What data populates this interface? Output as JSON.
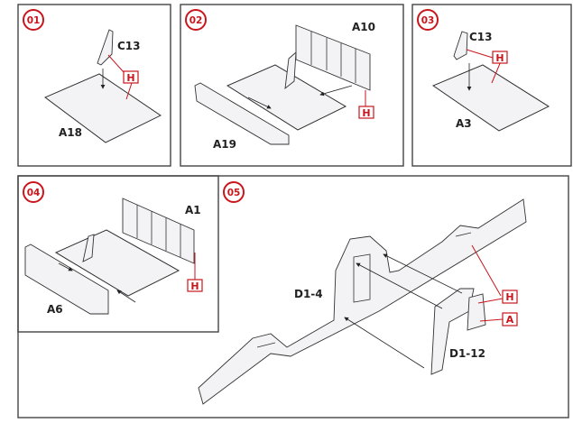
{
  "colors": {
    "accent": "#c8161d",
    "frame": "#444444"
  },
  "steps": [
    {
      "number": "01",
      "parts": [
        "C13",
        "A18"
      ],
      "callouts": [
        "H"
      ]
    },
    {
      "number": "02",
      "parts": [
        "A10",
        "A19"
      ],
      "callouts": [
        "H"
      ]
    },
    {
      "number": "03",
      "parts": [
        "C13",
        "A3"
      ],
      "callouts": [
        "H"
      ]
    },
    {
      "number": "04",
      "parts": [
        "A1",
        "A6"
      ],
      "callouts": [
        "H"
      ]
    },
    {
      "number": "05",
      "parts": [
        "D1-4",
        "D1-12"
      ],
      "callouts": [
        "H",
        "A"
      ]
    }
  ]
}
